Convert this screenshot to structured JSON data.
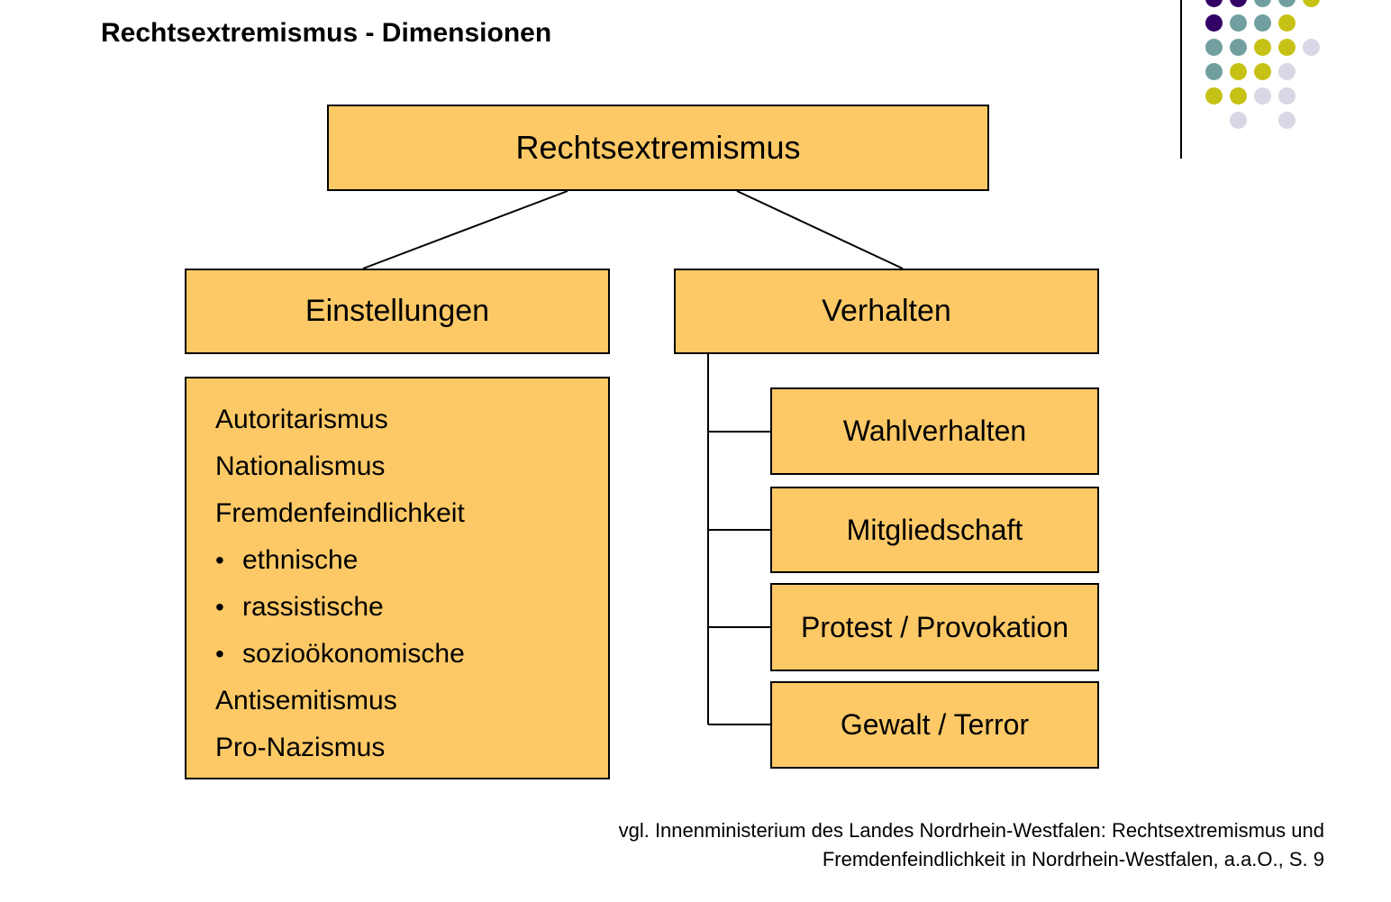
{
  "slide_title": "Rechtsextremismus - Dimensionen",
  "diagram": {
    "root_label": "Rechtsextremismus",
    "attitudes": {
      "header": "Einstellungen",
      "bullet_char": "•",
      "items": [
        {
          "text": "Autoritarismus",
          "bullet": false
        },
        {
          "text": "Nationalismus",
          "bullet": false
        },
        {
          "text": "Fremdenfeindlichkeit",
          "bullet": false
        },
        {
          "text": "ethnische",
          "bullet": true
        },
        {
          "text": "rassistische",
          "bullet": true
        },
        {
          "text": "sozioökonomische",
          "bullet": true
        },
        {
          "text": "Antisemitismus",
          "bullet": false
        },
        {
          "text": "Pro-Nazismus",
          "bullet": false
        }
      ]
    },
    "behavior": {
      "header": "Verhalten",
      "children": [
        "Wahlverhalten",
        "Mitgliedschaft",
        "Protest / Provokation",
        "Gewalt / Terror"
      ]
    }
  },
  "footer": {
    "line1": "vgl. Innenministerium des Landes Nordrhein-Westfalen: Rechtsextremismus und",
    "line2": "Fremdenfeindlichkeit in Nordrhein-Westfalen, a.a.O., S. 9"
  },
  "colors": {
    "node_fill": "#FDC966",
    "node_border": "#000000",
    "connector": "#000000",
    "dot_purple": "#330066",
    "dot_teal": "#719FA0",
    "dot_yellow": "#C6C215",
    "dot_lavender": "#D7D7E6"
  },
  "decor_dots_grid": [
    [
      "purple",
      "purple",
      "teal",
      "teal",
      "yellow"
    ],
    [
      "purple",
      "teal",
      "teal",
      "yellow",
      null
    ],
    [
      "teal",
      "teal",
      "yellow",
      "yellow",
      "lavender"
    ],
    [
      "teal",
      "yellow",
      "yellow",
      "lavender",
      null
    ],
    [
      "yellow",
      "yellow",
      "lavender",
      "lavender",
      null
    ],
    [
      null,
      "lavender",
      null,
      "lavender",
      null
    ]
  ]
}
